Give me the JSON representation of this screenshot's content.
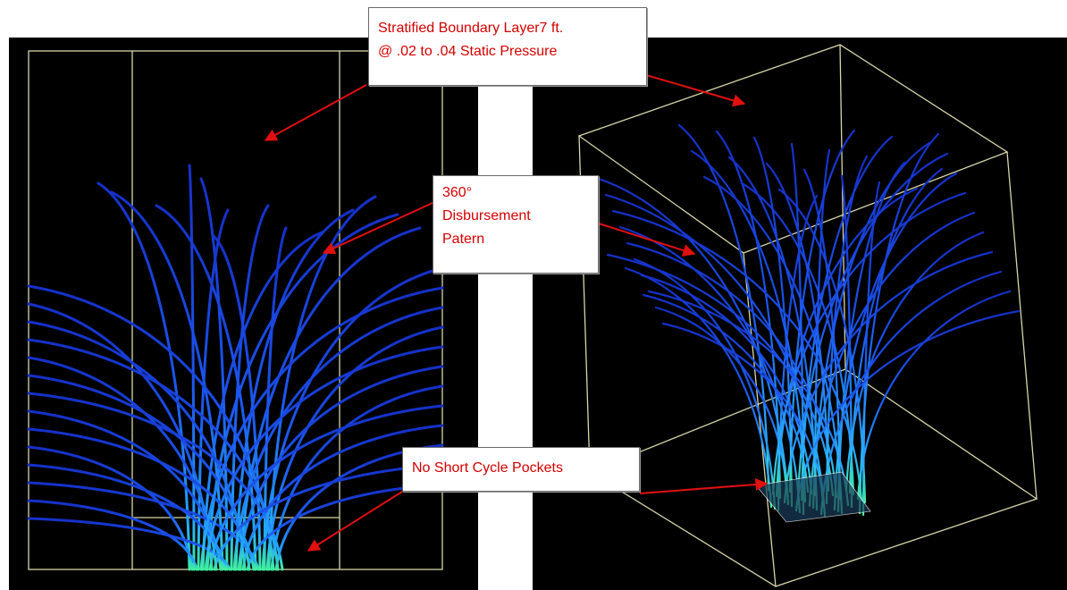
{
  "callouts": {
    "stratified": {
      "line1": "Stratified Boundary Layer7 ft.",
      "line2": "@ .02 to .04 Static Pressure"
    },
    "disbursement": {
      "line1": "360°",
      "line2": "Disbursement",
      "line3": "Patern"
    },
    "short_cycle": {
      "line1": "No Short Cycle Pockets"
    }
  },
  "colors": {
    "background": "#000000",
    "frame": "#d8d6a8",
    "arrow": "#e01010",
    "callout_text": "#d40000",
    "streamline_top": "#1633d8",
    "streamline_mid": "#1e7cff",
    "streamline_base": "#38e6a0"
  },
  "visualization": {
    "views": [
      "front-view",
      "perspective-view"
    ],
    "subject": "airflow streamlines from floor diffuser"
  }
}
